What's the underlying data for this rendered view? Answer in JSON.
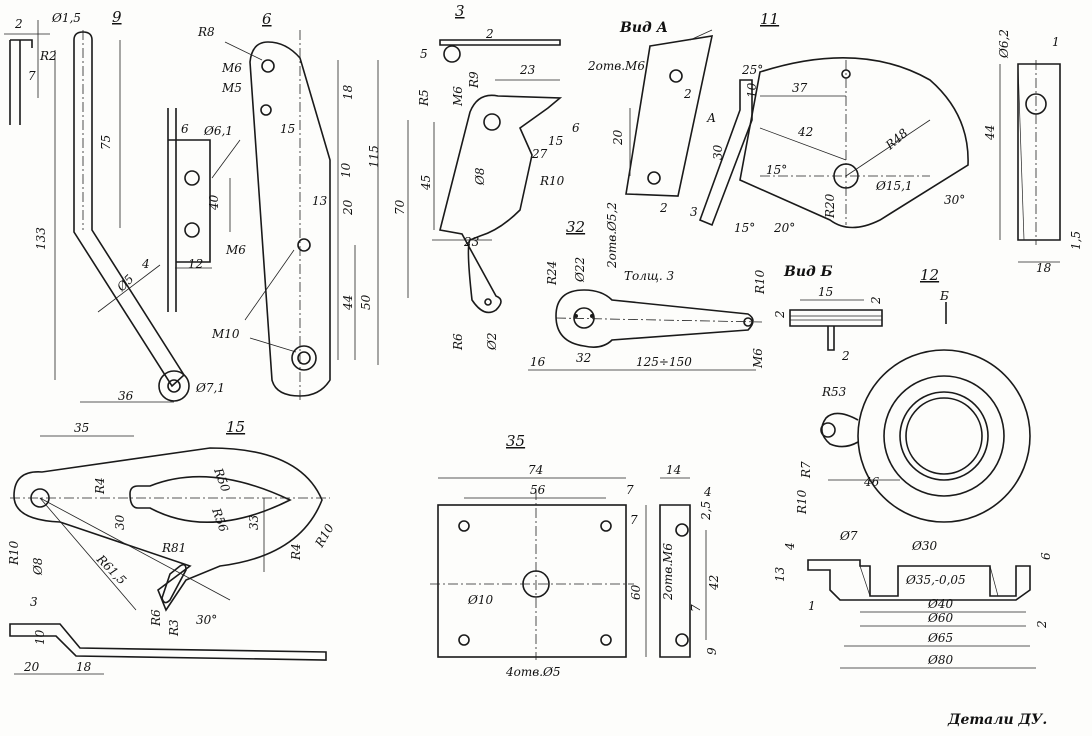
{
  "caption": "Детали ДУ.",
  "parts": {
    "p9": {
      "number": "9",
      "dims": [
        "2",
        "Ø1,5",
        "R2",
        "7",
        "75",
        "133",
        "4",
        "Ø5",
        "36",
        "Ø7,1"
      ]
    },
    "p6": {
      "number": "6",
      "dims": [
        "R8",
        "М6",
        "М5",
        "15",
        "18",
        "115",
        "10",
        "13",
        "20",
        "М6",
        "М10",
        "44",
        "50",
        "6",
        "Ø6,1",
        "40",
        "12"
      ]
    },
    "p3": {
      "number": "3",
      "dims": [
        "2",
        "5",
        "R5",
        "М6",
        "R9",
        "23",
        "6",
        "15",
        "27",
        "R10",
        "45",
        "Ø8",
        "70",
        "23",
        "R6",
        "Ø2"
      ]
    },
    "vidA": {
      "title": "Вид А",
      "dims": [
        "2отв.М6",
        "2",
        "20",
        "2"
      ]
    },
    "p11": {
      "number": "11",
      "dims": [
        "25°",
        "10",
        "37",
        "А",
        "42",
        "R48",
        "30",
        "15°",
        "Ø15,1",
        "R20",
        "30°",
        "3",
        "15°",
        "20°"
      ]
    },
    "p32": {
      "number": "32",
      "note": "Толщ. 3",
      "dims": [
        "R24",
        "Ø22",
        "2отв.Ø5,2",
        "R10",
        "16",
        "32",
        "125÷150",
        "М6"
      ]
    },
    "vidB": {
      "title": "Вид Б",
      "dims": [
        "15",
        "2",
        "2",
        "2"
      ]
    },
    "p12": {
      "number": "12",
      "view_mark": "Б",
      "dims": [
        "R53",
        "R7",
        "R10",
        "46",
        "4",
        "Ø7",
        "Ø30",
        "6",
        "13",
        "Ø35,-0,05",
        "1",
        "Ø40",
        "Ø60",
        "2",
        "Ø65",
        "Ø80"
      ]
    },
    "p15": {
      "number": "15",
      "dims": [
        "35",
        "R4",
        "R50",
        "30",
        "R56",
        "33",
        "R81",
        "R61,5",
        "R10",
        "Ø8",
        "R4",
        "R10",
        "R6",
        "R3",
        "30°",
        "3",
        "10",
        "20",
        "18"
      ]
    },
    "p35": {
      "number": "35",
      "dims": [
        "74",
        "56",
        "7",
        "7",
        "Ø10",
        "60",
        "4отв.Ø5",
        "14",
        "4",
        "2,5",
        "2отв.М6",
        "42",
        "7",
        "9"
      ]
    },
    "side": {
      "dims": [
        "Ø6,2",
        "1",
        "44",
        "1,5",
        "18"
      ]
    }
  }
}
